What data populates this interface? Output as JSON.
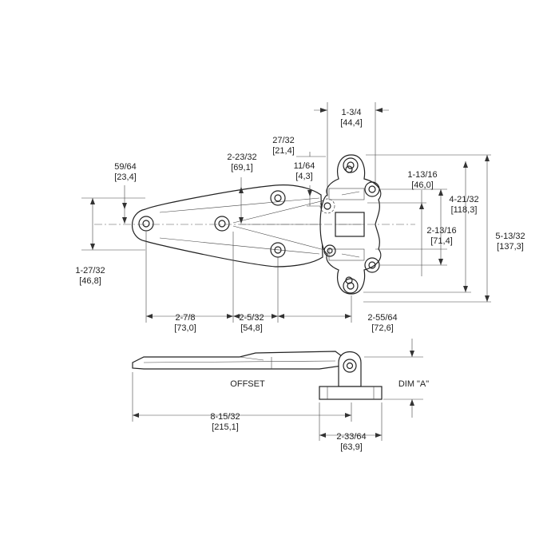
{
  "top_view": {
    "dims": [
      {
        "id": "d1-3-4",
        "imperial": "1-3/4",
        "metric": "[44,4]"
      },
      {
        "id": "d27-32",
        "imperial": "27/32",
        "metric": "[21,4]"
      },
      {
        "id": "d2-23-32",
        "imperial": "2-23/32",
        "metric": "[69,1]"
      },
      {
        "id": "d11-64",
        "imperial": "11/64",
        "metric": "[4,3]"
      },
      {
        "id": "d59-64",
        "imperial": "59/64",
        "metric": "[23,4]"
      },
      {
        "id": "d1-13-16",
        "imperial": "1-13/16",
        "metric": "[46,0]"
      },
      {
        "id": "d4-21-32",
        "imperial": "4-21/32",
        "metric": "[118,3]"
      },
      {
        "id": "d5-13-32",
        "imperial": "5-13/32",
        "metric": "[137,3]"
      },
      {
        "id": "d2-13-16",
        "imperial": "2-13/16",
        "metric": "[71,4]"
      },
      {
        "id": "d1-27-32",
        "imperial": "1-27/32",
        "metric": "[46,8]"
      },
      {
        "id": "d2-7-8",
        "imperial": "2-7/8",
        "metric": "[73,0]"
      },
      {
        "id": "d2-5-32",
        "imperial": "2-5/32",
        "metric": "[54,8]"
      },
      {
        "id": "d2-55-64",
        "imperial": "2-55/64",
        "metric": "[72,6]"
      }
    ]
  },
  "side_view": {
    "offset_label": "OFFSET",
    "dim_a_label": "DIM \"A\"",
    "dims": [
      {
        "id": "d8-15-32",
        "imperial": "8-15/32",
        "metric": "[215,1]"
      },
      {
        "id": "d2-33-64",
        "imperial": "2-33/64",
        "metric": "[63,9]"
      }
    ]
  }
}
